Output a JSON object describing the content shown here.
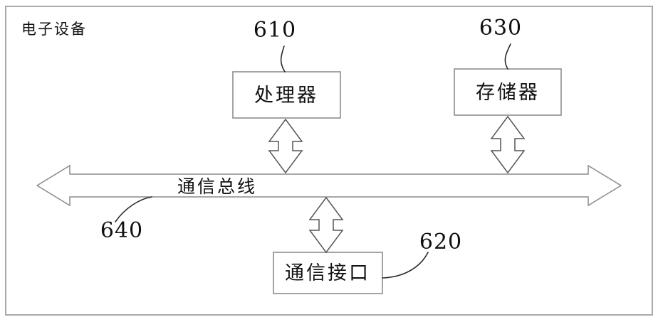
{
  "figure": {
    "outer_label": "电子设备",
    "type": "block-diagram",
    "background_color": "#ffffff",
    "line_color": "#8b8b90",
    "text_color": "#111111"
  },
  "blocks": [
    {
      "id": "processor",
      "label": "处理器",
      "ref": "610"
    },
    {
      "id": "memory",
      "label": "存储器",
      "ref": "630"
    },
    {
      "id": "interface",
      "label": "通信接口",
      "ref": "620"
    },
    {
      "id": "bus",
      "label": "通信总线",
      "ref": "640"
    }
  ],
  "bus": {
    "label": "通信总线",
    "ref": "640",
    "direction": "bidirectional"
  },
  "connectors": [
    {
      "from": "processor",
      "to": "bus",
      "style": "double-headed-arrow",
      "orientation": "vertical"
    },
    {
      "from": "memory",
      "to": "bus",
      "style": "double-headed-arrow",
      "orientation": "vertical"
    },
    {
      "from": "bus",
      "to": "interface",
      "style": "double-headed-arrow",
      "orientation": "vertical"
    }
  ],
  "refs": {
    "processor": "610",
    "interface": "620",
    "memory": "630",
    "bus": "640"
  }
}
